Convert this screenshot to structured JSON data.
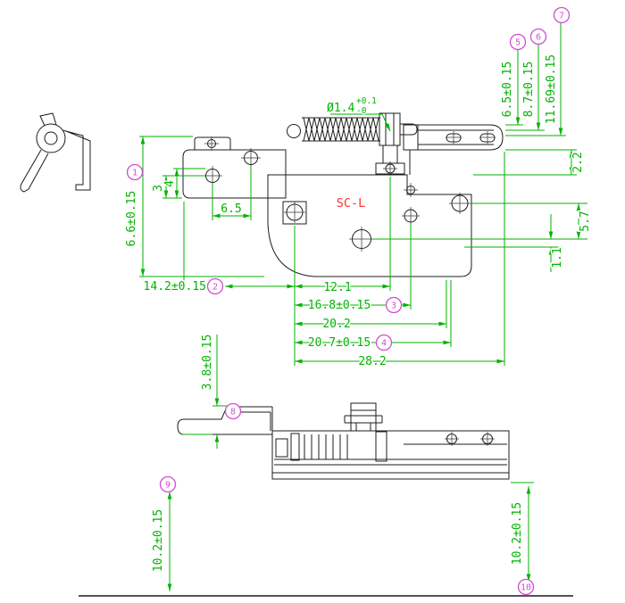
{
  "drawing": {
    "part_label": "SC-L",
    "colors": {
      "geometry": "#1c1c1c",
      "dimension": "#00b300",
      "balloon": "#d24fd2",
      "part_label": "#ff3232",
      "background": "#ffffff"
    },
    "diameter_callout": {
      "value": "Ø1.4",
      "tol_upper": "+0.1",
      "tol_lower": "-0"
    },
    "dims": {
      "h65": "6.5±0.15",
      "h87": "8.7±0.15",
      "h1169": "11.69±0.15",
      "v22": "2.2",
      "v57": "5.7",
      "v11": "1.1",
      "v66": "6.6±0.15",
      "v3": "3",
      "v4": "4",
      "w65": "6.5",
      "w142": "14.2±0.15",
      "w121": "12.1",
      "w168": "16.8±0.15",
      "w202": "20.2",
      "w207": "20.7±0.15",
      "w282": "28.2",
      "v38": "3.8±0.15",
      "v102L": "10.2±0.15",
      "v102R": "10.2±0.15"
    },
    "balloons": [
      "1",
      "2",
      "3",
      "4",
      "5",
      "6",
      "7",
      "8",
      "9",
      "10"
    ]
  }
}
